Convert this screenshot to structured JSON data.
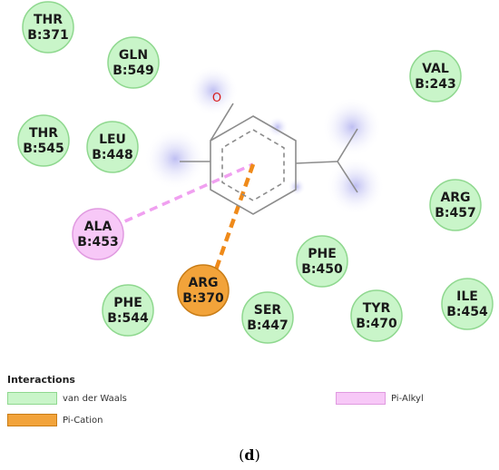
{
  "residues": [
    {
      "name": "THR",
      "id": "B:371",
      "type": "vdw"
    },
    {
      "name": "GLN",
      "id": "B:549",
      "type": "vdw"
    },
    {
      "name": "VAL",
      "id": "B:243",
      "type": "vdw"
    },
    {
      "name": "THR",
      "id": "B:545",
      "type": "vdw"
    },
    {
      "name": "LEU",
      "id": "B:448",
      "type": "vdw"
    },
    {
      "name": "ARG",
      "id": "B:457",
      "type": "vdw"
    },
    {
      "name": "ALA",
      "id": "B:453",
      "type": "pi-alkyl"
    },
    {
      "name": "PHE",
      "id": "B:450",
      "type": "vdw"
    },
    {
      "name": "ARG",
      "id": "B:370",
      "type": "pi-cation"
    },
    {
      "name": "PHE",
      "id": "B:544",
      "type": "vdw"
    },
    {
      "name": "SER",
      "id": "B:447",
      "type": "vdw"
    },
    {
      "name": "TYR",
      "id": "B:470",
      "type": "vdw"
    },
    {
      "name": "ILE",
      "id": "B:454",
      "type": "vdw"
    }
  ],
  "ligand": {
    "atom_label": "O"
  },
  "colors": {
    "vdw_fill": "#c9f5c9",
    "vdw_stroke": "#8fd88f",
    "pi_alkyl_fill": "#f7c8f7",
    "pi_alkyl_stroke": "#e09ae0",
    "pi_cation_fill": "#f2a33a",
    "pi_cation_stroke": "#c97d16",
    "pi_alkyl_line": "#f0a0f0",
    "pi_cation_line": "#ef8a1a",
    "halo": "#b9b9f2"
  },
  "legend": {
    "title": "Interactions",
    "items": [
      {
        "label": "van der Waals",
        "type": "vdw"
      },
      {
        "label": "Pi-Cation",
        "type": "pi-cation"
      },
      {
        "label": "Pi-Alkyl",
        "type": "pi-alkyl"
      }
    ]
  },
  "caption": {
    "prefix": "(",
    "letter": "d",
    "suffix": ")"
  }
}
